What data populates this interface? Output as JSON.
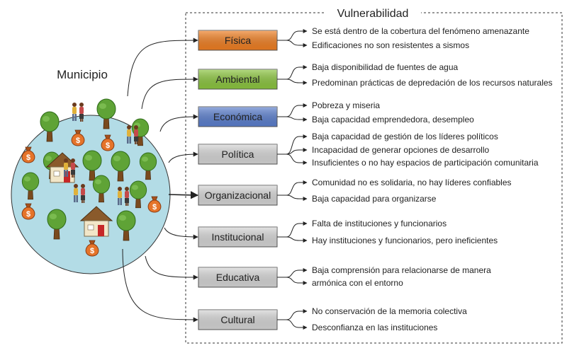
{
  "diagram": {
    "title": "Vulnerabilidad",
    "municipality_label": "Municipio",
    "colors": {
      "circle_fill": "#b3dce6",
      "fisica": "#f07f22",
      "ambiental": "#8cc63f",
      "economica": "#5b7fce",
      "grey": "#d6d6d6"
    },
    "categories": [
      {
        "label": "Física",
        "color": "#f07f22",
        "text_color": "#222222",
        "items": [
          "Se está dentro de la cobertura del fenómeno amenazante",
          "Edificaciones no son resistentes a sismos"
        ]
      },
      {
        "label": "Ambiental",
        "color": "#8cc63f",
        "text_color": "#222222",
        "items": [
          "Baja disponibilidad de fuentes de agua",
          "Predominan prácticas de depredación de los recursos naturales"
        ]
      },
      {
        "label": "Económica",
        "color": "#5b7fce",
        "text_color": "#222222",
        "items": [
          "Pobreza y miseria",
          "Baja capacidad emprendedora, desempleo"
        ]
      },
      {
        "label": "Política",
        "color": "#d6d6d6",
        "text_color": "#222222",
        "items": [
          "Baja capacidad de gestión de los líderes políticos",
          "Incapacidad de generar opciones de desarrollo",
          "Insuficientes o no hay espacios de participación comunitaria"
        ]
      },
      {
        "label": "Organizacional",
        "color": "#d6d6d6",
        "text_color": "#222222",
        "items": [
          "Comunidad no es solidaria, no hay líderes confiables",
          "Baja capacidad para organizarse"
        ]
      },
      {
        "label": "Institucional",
        "color": "#d6d6d6",
        "text_color": "#222222",
        "items": [
          "Falta de instituciones y funcionarios",
          "Hay instituciones y funcionarios, pero ineficientes"
        ]
      },
      {
        "label": "Educativa",
        "color": "#d6d6d6",
        "text_color": "#222222",
        "items": [
          "Baja comprensión para relacionarse de manera armónica con el entorno"
        ]
      },
      {
        "label": "Cultural",
        "color": "#d6d6d6",
        "text_color": "#222222",
        "items": [
          "No conservación de la memoria colectiva",
          "Desconfianza en las instituciones"
        ]
      }
    ]
  }
}
